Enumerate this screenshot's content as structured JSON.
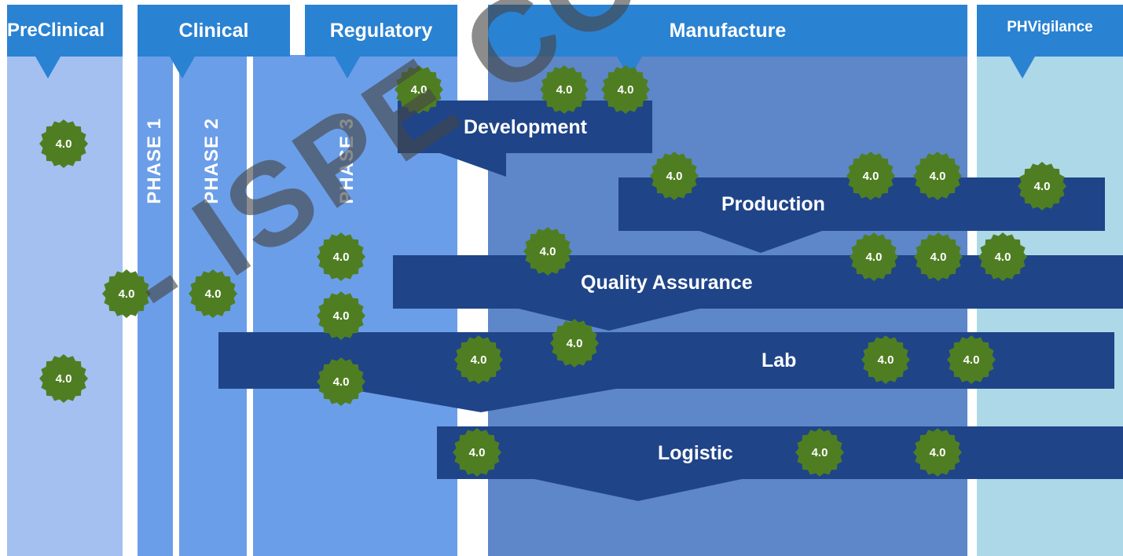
{
  "columns": {
    "preclinical": "PreClinical",
    "clinical": "Clinical",
    "regulatory": "Regulatory",
    "manufacture": "Manufacture",
    "phvigilance": "PHVigilance"
  },
  "phases": {
    "phase1": "PHASE 1",
    "phase2": "PHASE 2",
    "phase3": "PHASE 3"
  },
  "bands": {
    "development": "Development",
    "production": "Production",
    "quality": "Quality Assurance",
    "lab": "Lab",
    "logistic": "Logistic"
  },
  "badge_label": "4.0",
  "badge_icon": "gear-seal-icon",
  "watermark": "- ISPE CONFIDENTIAL",
  "colors": {
    "header": "#2a82d2",
    "preclinical_bg": "#a3c0f1",
    "clinical_bg": "#6b9ee8",
    "regulatory_bg": "#6b9ee8",
    "manufacture_bg": "#5d87c9",
    "phvigilance_bg": "#add8e8",
    "band": "#1f4488",
    "badge": "#4f7e22"
  }
}
